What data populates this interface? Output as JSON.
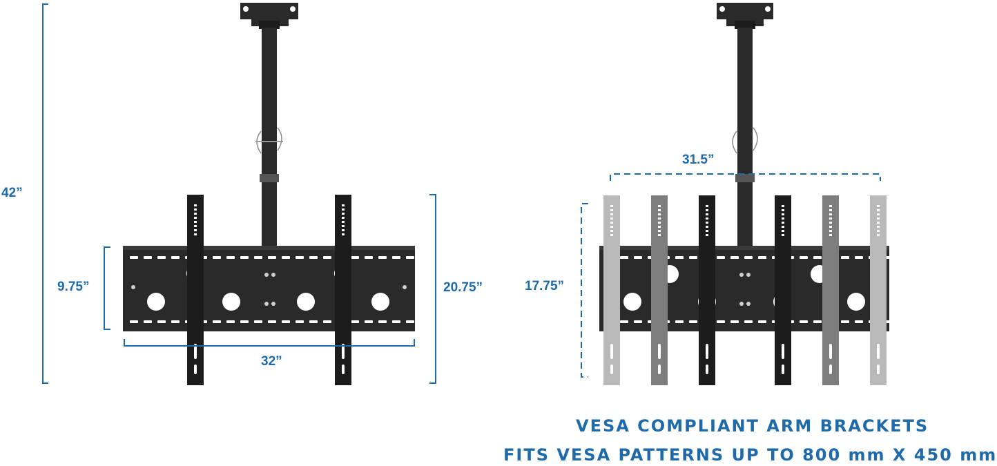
{
  "colors": {
    "accent": "#1f6aa8",
    "metal": "#2a2a2a",
    "metal_dark": "#1c1c1c",
    "ghost_light": "#b9b9b9",
    "ghost_mid": "#7d7d7d"
  },
  "left_mount": {
    "dimensions": {
      "total_height": "42”",
      "plate_height": "9.75”",
      "plate_width": "32”",
      "bracket_height": "20.75”"
    }
  },
  "right_mount": {
    "dimensions": {
      "arm_spread": "31.5”",
      "arm_height": "17.75”"
    }
  },
  "caption": {
    "line1": "VESA COMPLIANT ARM BRACKETS",
    "line2": "FITS VESA PATTERNS UP TO 800 mm X 450 mm"
  }
}
